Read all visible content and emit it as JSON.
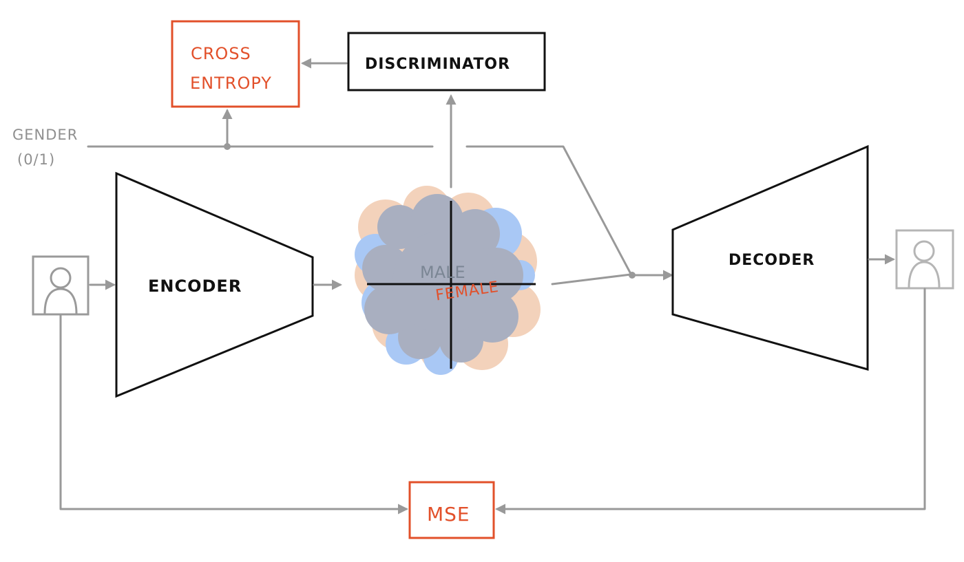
{
  "blocks": {
    "cross_entropy": [
      "CROSS",
      "ENTROPY"
    ],
    "discriminator": "DISCRIMINATOR",
    "encoder": "ENCODER",
    "decoder": "DECODER",
    "mse": "MSE"
  },
  "gender_label": [
    "GENDER",
    "(0/1)"
  ],
  "latent_space": {
    "male_label": "MALE",
    "female_label": "FEMALE"
  },
  "colors": {
    "loss_accent": "#e2502a",
    "connector_gray": "#999999",
    "male_cloud": "#a9c8f5",
    "female_cloud": "#f3d2bb",
    "overlap_cloud": "#a9afc0"
  }
}
